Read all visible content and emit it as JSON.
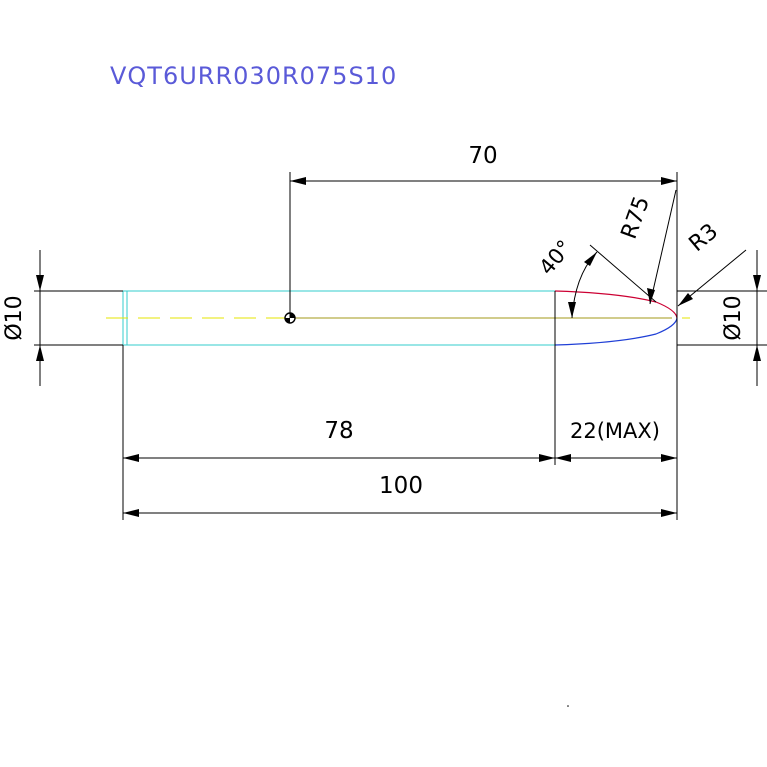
{
  "part_number": "VQT6URR030R075S10",
  "dimensions": {
    "center_to_tip": "70",
    "shank_length": "78",
    "flute_length": "22(MAX)",
    "overall_length": "100",
    "diameter_left": "Ø10",
    "diameter_right": "Ø10",
    "angle": "40°",
    "large_radius": "R75",
    "tip_radius": "R3"
  },
  "colors": {
    "outline": "#33cccc",
    "centerline": "#e6e600",
    "dimension": "#000000",
    "profile_top": "#cc0033",
    "profile_bottom": "#1f3fd6",
    "part_number": "#5a5ad8"
  }
}
